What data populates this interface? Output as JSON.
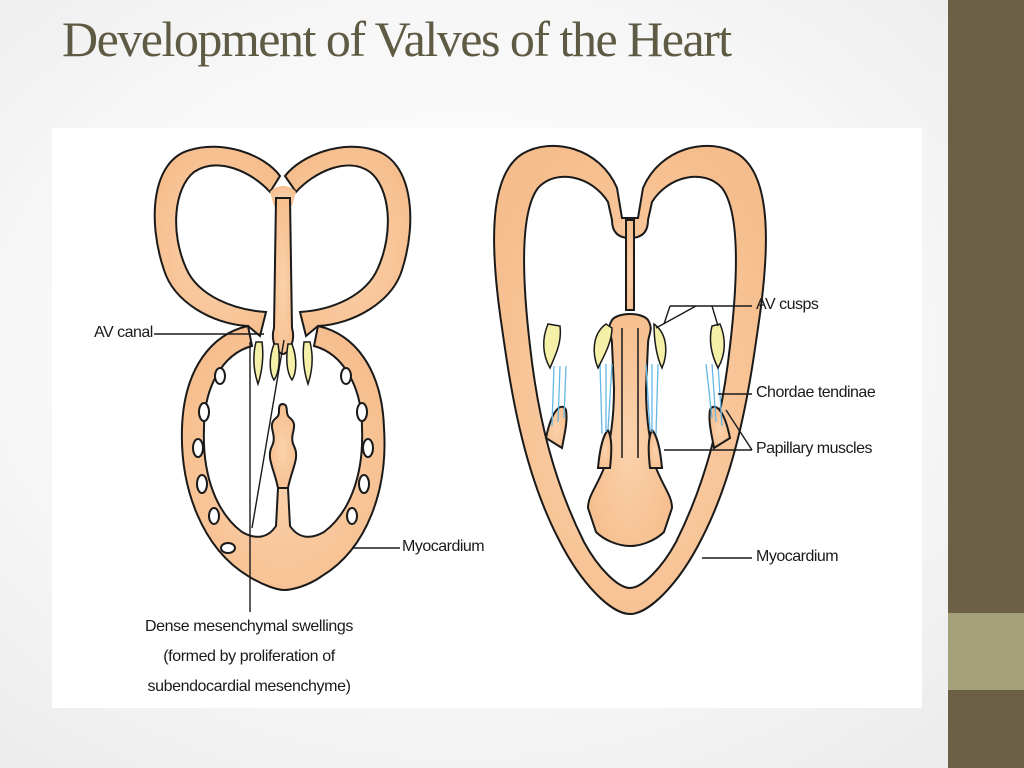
{
  "slide": {
    "title": "Development of Valves of the Heart"
  },
  "left_diagram": {
    "labels": {
      "av_canal": "AV canal",
      "myocardium": "Myocardium"
    },
    "caption_lines": [
      "Dense mesenchymal swellings",
      "(formed by proliferation of",
      "subendocardial mesenchyme)"
    ]
  },
  "right_diagram": {
    "labels": {
      "av_cusps": "AV cusps",
      "chordae_tendinae": "Chordae tendinae",
      "papillary_muscles": "Papillary muscles",
      "myocardium": "Myocardium"
    }
  },
  "colors": {
    "tissue_fill": "#f9c89c",
    "tissue_outline": "#1a1a1a",
    "cusp_fill": "#f4f0a8",
    "chordae": "#64b8e6",
    "title": "#5e5a43",
    "side_bar": "#6b5f45",
    "side_accent": "#a4a07a"
  }
}
